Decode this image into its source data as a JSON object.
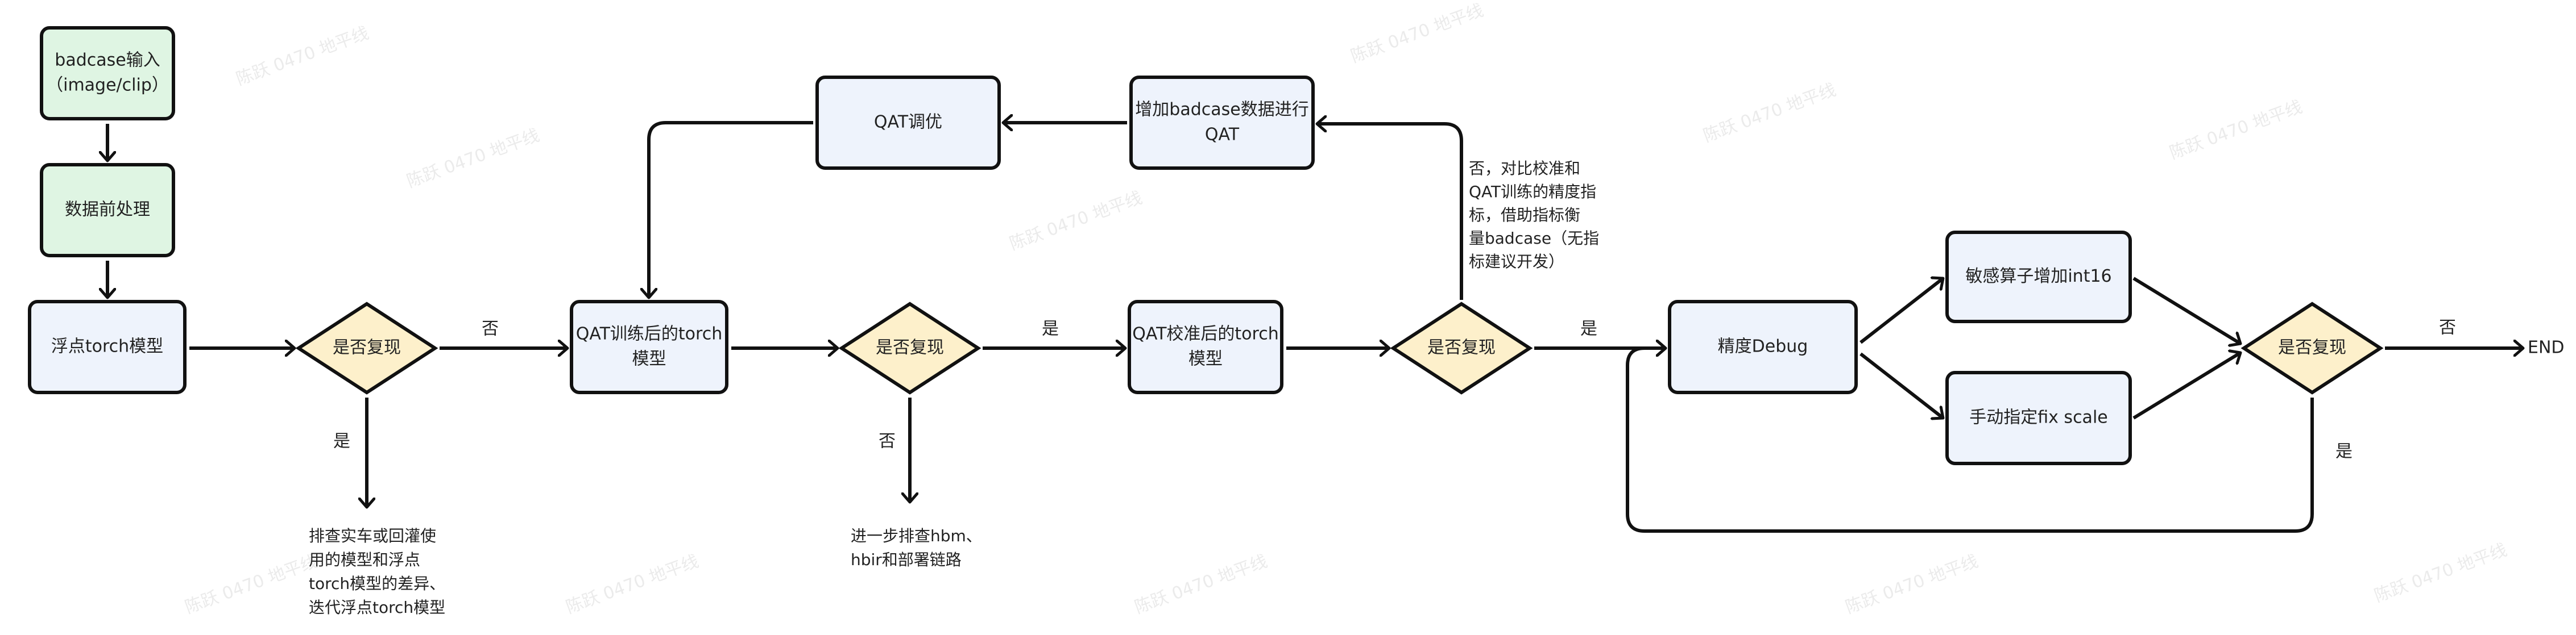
{
  "watermark": "陈跃 0470 地平线",
  "colors": {
    "start_fill": "#dff5e3",
    "process_fill": "#eef3fc",
    "decision_fill": "#fdf0cb",
    "stroke": "#111111"
  },
  "nodes": {
    "badcase_input": [
      "badcase输入",
      "（image/clip）"
    ],
    "preprocess": [
      "数据前处理"
    ],
    "float_model": [
      "浮点torch模型"
    ],
    "decision1": [
      "是否复现"
    ],
    "qat_trained": [
      "QAT训练后的torch",
      "模型"
    ],
    "decision2": [
      "是否复现"
    ],
    "qat_calibrated": [
      "QAT校准后的torch",
      "模型"
    ],
    "decision3": [
      "是否复现"
    ],
    "precision_debug": [
      "精度Debug"
    ],
    "int16": [
      "敏感算子增加int16"
    ],
    "fix_scale": [
      "手动指定fix scale"
    ],
    "decision4": [
      "是否复现"
    ],
    "qat_tune": [
      "QAT调优"
    ],
    "add_badcase_qat": [
      "增加badcase数据进行",
      "QAT"
    ],
    "end": "END"
  },
  "edge_labels": {
    "d1_no": "否",
    "d1_yes": "是",
    "d2_yes": "是",
    "d2_no": "否",
    "d3_yes": "是",
    "d4_no": "否",
    "d4_yes": "是"
  },
  "notes": {
    "d1_yes_note": [
      "排查实车或回灌使",
      "用的模型和浮点",
      "torch模型的差异、",
      "迭代浮点torch模型"
    ],
    "d2_no_note": [
      "进一步排查hbm、",
      "hbir和部署链路"
    ],
    "d3_no_note": [
      "否，对比校准和",
      "QAT训练的精度指",
      "标，借助指标衡",
      "量badcase（无指",
      "标建议开发）"
    ]
  }
}
